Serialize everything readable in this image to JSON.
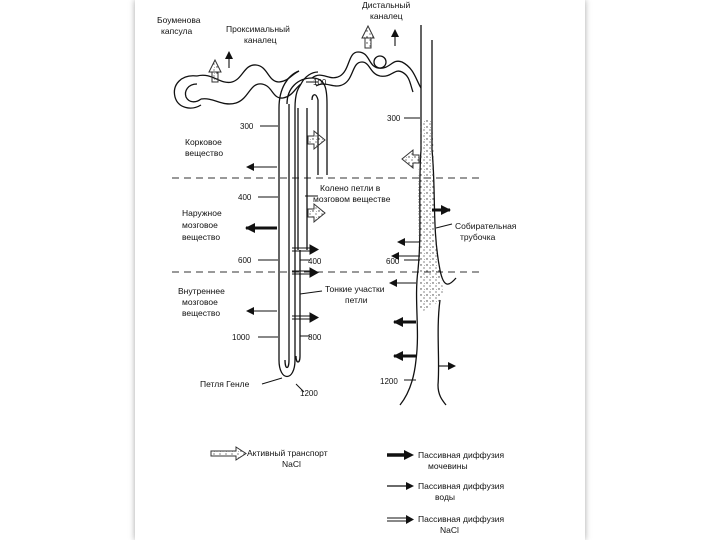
{
  "diagram": {
    "labels": {
      "bowman_1": "Боуменова",
      "bowman_2": "капсула",
      "proximal_1": "Проксимальный",
      "proximal_2": "каналец",
      "distal_1": "Дистальный",
      "distal_2": "каналец",
      "cortex_1": "Корковое",
      "cortex_2": "вещество",
      "outer_1": "Наружное",
      "outer_2": "мозговое",
      "outer_3": "вещество",
      "inner_1": "Внутреннее",
      "inner_2": "мозговое",
      "inner_3": "вещество",
      "knee_1": "Колено петли в",
      "knee_2": "мозговом веществе",
      "collecting_1": "Собирательная",
      "collecting_2": "трубочка",
      "thin_1": "Тонкие участки",
      "thin_2": "петли",
      "henle": "Петля Генле"
    },
    "osmolarity": {
      "left_300": "300",
      "left_400": "400",
      "left_600": "600",
      "left_1000": "1000",
      "tube_100": "100",
      "tube_400": "400",
      "tube_800": "800",
      "tube_1200": "1200",
      "right_300": "300",
      "right_600": "600",
      "right_1200": "1200"
    }
  },
  "legend": {
    "active_1": "Активный транспорт",
    "active_2": "NaCl",
    "urea_1": "Пассивная диффузия",
    "urea_2": "мочевины",
    "water_1": "Пассивная диффузия",
    "water_2": "воды",
    "nacl_1": "Пассивная диффузия",
    "nacl_2": "NaCl"
  }
}
